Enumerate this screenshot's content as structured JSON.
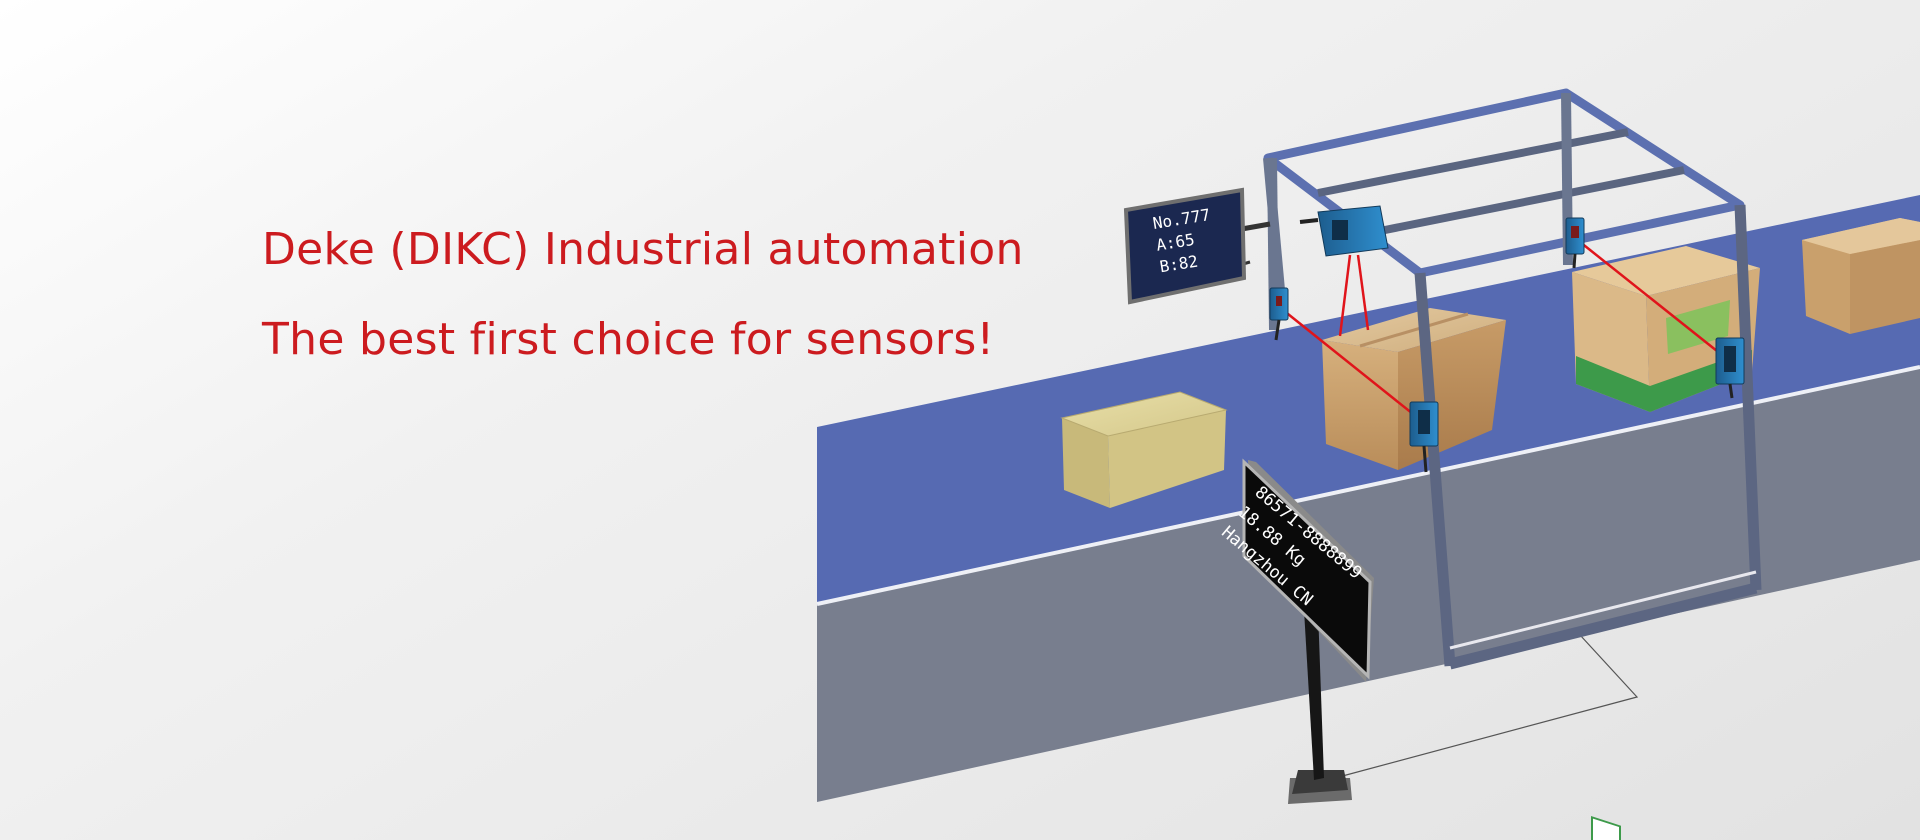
{
  "banner": {
    "headline": "Deke (DIKC) Industrial automation",
    "subheadline": "The best first choice for sensors!"
  },
  "display_panel": {
    "line1": "No.777",
    "line2": "A:65",
    "line3": "B:82"
  },
  "sign_board": {
    "line1": "86571-8888899",
    "line2": "18.88 Kg",
    "line3": "Hangzhou CN"
  },
  "colors": {
    "headline": "#cc1b1f",
    "belt_top": "#566ab2",
    "belt_side": "#787e8e",
    "frame": "#5a6c9c",
    "laser": "#e0141b",
    "sensor": "#2a78b0"
  },
  "icons": [
    "sensor-icon",
    "box-icon",
    "display-icon",
    "sign-icon"
  ]
}
